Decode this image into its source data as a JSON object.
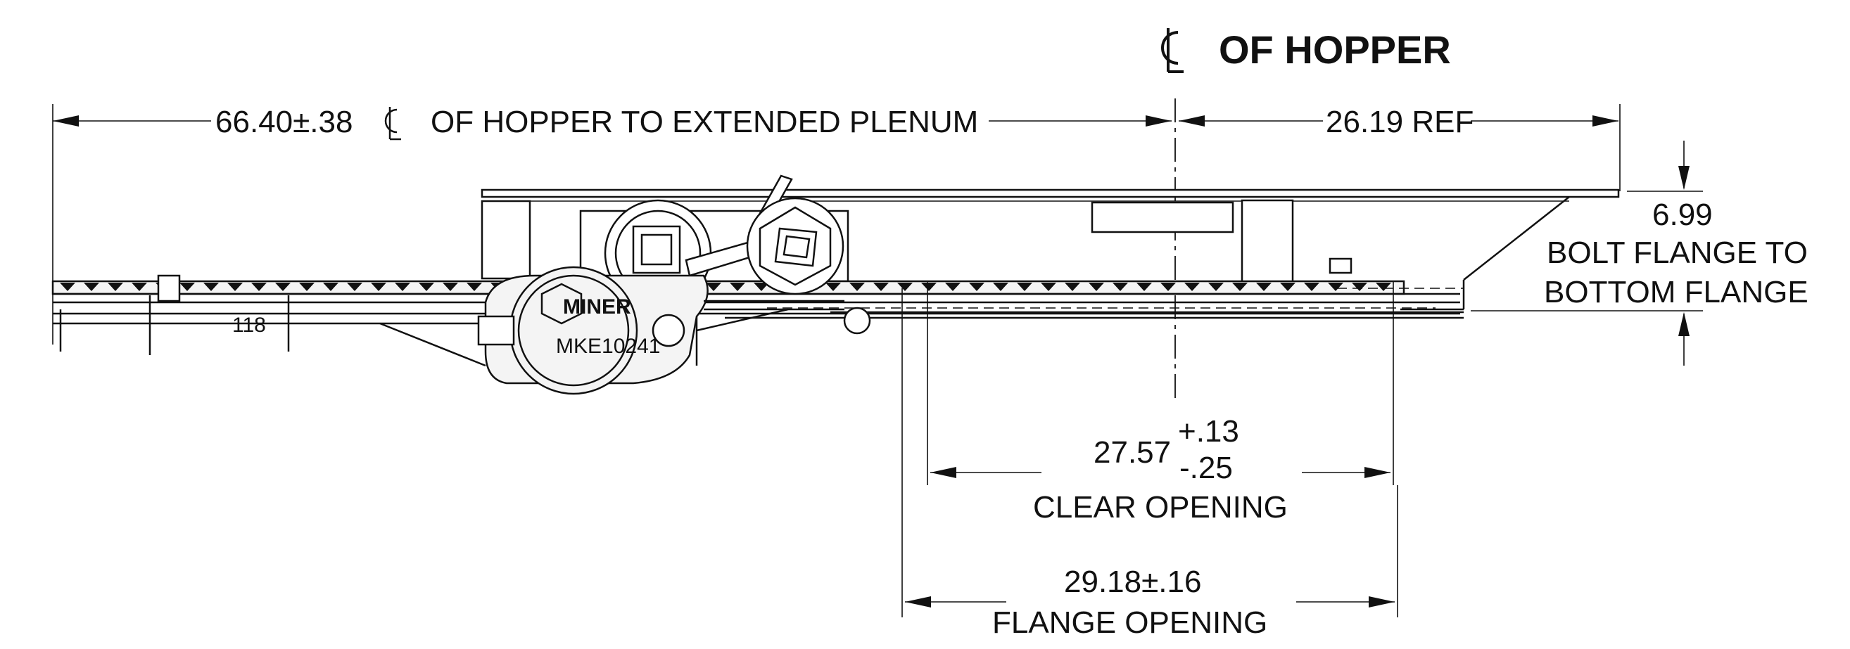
{
  "centerline_label": "OF HOPPER",
  "dimensions": {
    "overall": {
      "value": "66.40±.38",
      "label": "OF HOPPER TO EXTENDED PLENUM"
    },
    "reference": {
      "value": "26.19 REF"
    },
    "bolt_flange": {
      "value": "6.99",
      "line1": "BOLT FLANGE TO",
      "line2": "BOTTOM FLANGE"
    },
    "clear_opening": {
      "value": "27.57",
      "tol_plus": "+.13",
      "tol_minus": "-.25",
      "label": "CLEAR OPENING"
    },
    "flange_opening": {
      "value": "29.18±.16",
      "label": "FLANGE OPENING"
    }
  },
  "gearbox": {
    "brand": "MINER",
    "model": "MKE10241"
  },
  "tag_text": "118"
}
